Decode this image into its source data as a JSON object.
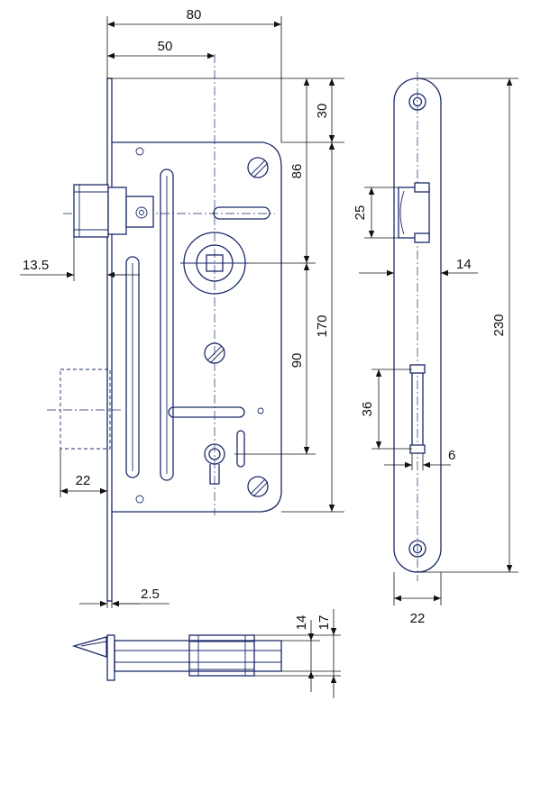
{
  "colors": {
    "outline": "#1b2a6b",
    "dimension": "#111111",
    "background": "#ffffff"
  },
  "dimensions": {
    "width_80": "80",
    "backset_50": "50",
    "top_30": "30",
    "upper_86": "86",
    "case_170": "170",
    "lower_90": "90",
    "latch_13_5": "13.5",
    "bolt_22": "22",
    "faceplate_2_5": "2.5",
    "plate_25": "25",
    "plate_14": "14",
    "plate_230": "230",
    "plate_36": "36",
    "plate_6": "6",
    "plate_22": "22",
    "bottom_14": "14",
    "bottom_17": "17"
  }
}
